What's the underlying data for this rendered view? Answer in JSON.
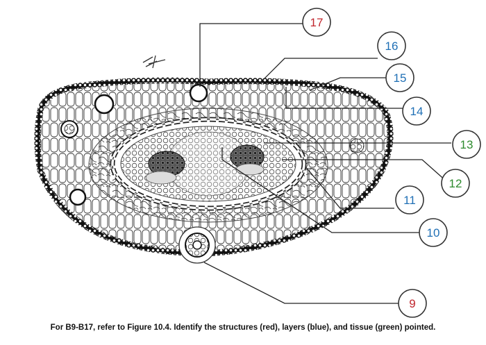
{
  "colors": {
    "structure": "#c0262d",
    "layer": "#1f6fb5",
    "tissue": "#2e8b2e",
    "line": "#222222"
  },
  "labels": [
    {
      "id": "17",
      "text": "17",
      "category": "structure",
      "color": "#c0262d"
    },
    {
      "id": "16",
      "text": "16",
      "category": "layer",
      "color": "#1f6fb5"
    },
    {
      "id": "15",
      "text": "15",
      "category": "layer",
      "color": "#1f6fb5"
    },
    {
      "id": "14",
      "text": "14",
      "category": "layer",
      "color": "#1f6fb5"
    },
    {
      "id": "13",
      "text": "13",
      "category": "tissue",
      "color": "#2e8b2e"
    },
    {
      "id": "12",
      "text": "12",
      "category": "tissue",
      "color": "#2e8b2e"
    },
    {
      "id": "11",
      "text": "11",
      "category": "layer",
      "color": "#1f6fb5"
    },
    {
      "id": "10",
      "text": "10",
      "category": "layer",
      "color": "#1f6fb5"
    },
    {
      "id": "9",
      "text": "9",
      "category": "structure",
      "color": "#c0262d"
    }
  ],
  "caption": "For B9-B17, refer to Figure 10.4. Identify the structures (red), layers (blue), and tissue (green) pointed."
}
